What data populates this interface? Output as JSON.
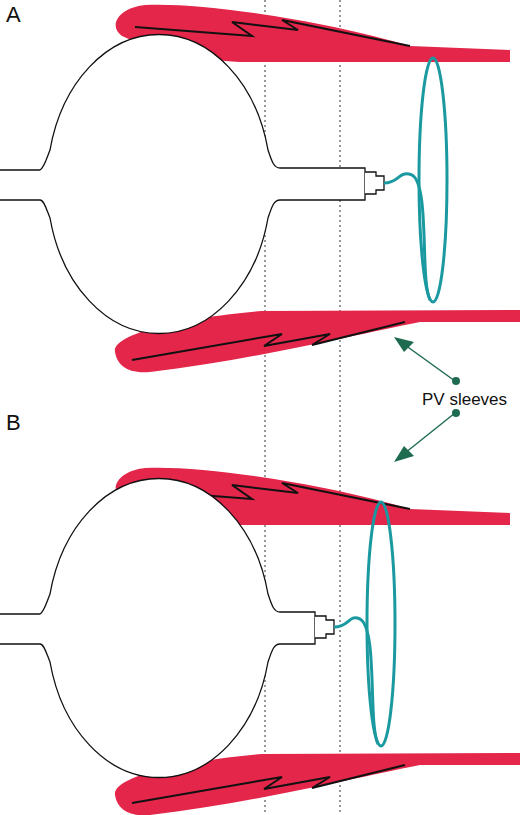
{
  "diagram": {
    "labels": [
      "A",
      "B",
      "PV sleeves"
    ]
  }
}
